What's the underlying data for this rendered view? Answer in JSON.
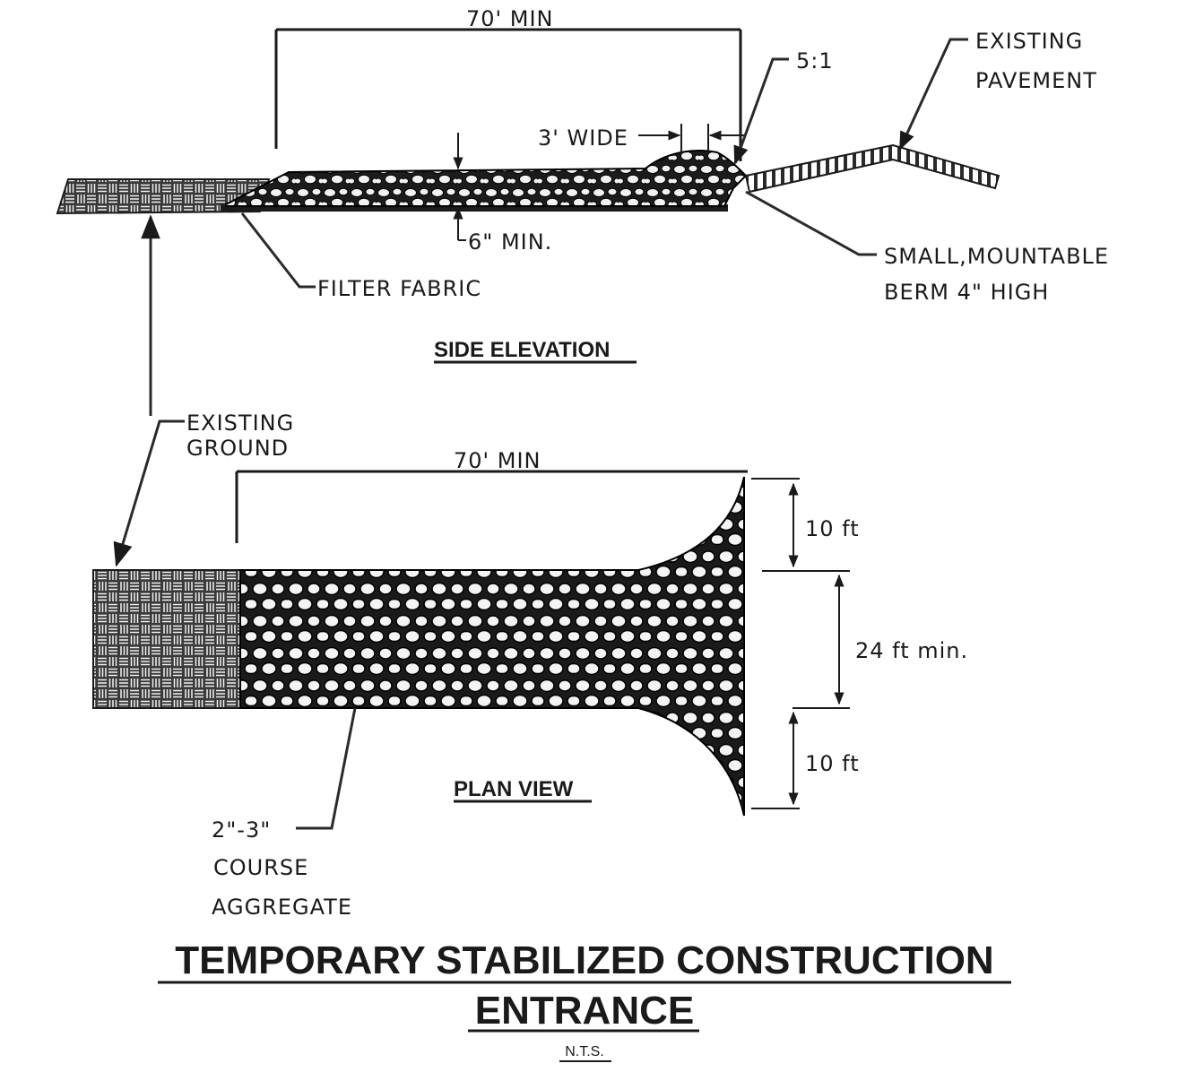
{
  "side": {
    "dim_length": "70' MIN",
    "slope": "5:1",
    "pavement_line1": "EXISTING",
    "pavement_line2": "PAVEMENT",
    "wide": "3' WIDE",
    "depth": "6\" MIN.",
    "berm_line1": "SMALL,MOUNTABLE",
    "berm_line2": "BERM 4\" HIGH",
    "fabric": "FILTER FABRIC",
    "heading": "SIDE ELEVATION"
  },
  "ground": {
    "line1": "EXISTING",
    "line2": "GROUND"
  },
  "plan": {
    "dim_length": "70' MIN",
    "dim_top": "10 ft",
    "dim_mid": "24 ft min.",
    "dim_bottom": "10 ft",
    "heading": "PLAN VIEW",
    "aggregate_line1": "2\"-3\"",
    "aggregate_line2": "COURSE",
    "aggregate_line3": "AGGREGATE"
  },
  "title": {
    "line1": "TEMPORARY STABILIZED CONSTRUCTION",
    "line2": "ENTRANCE",
    "scale": "N.T.S."
  }
}
